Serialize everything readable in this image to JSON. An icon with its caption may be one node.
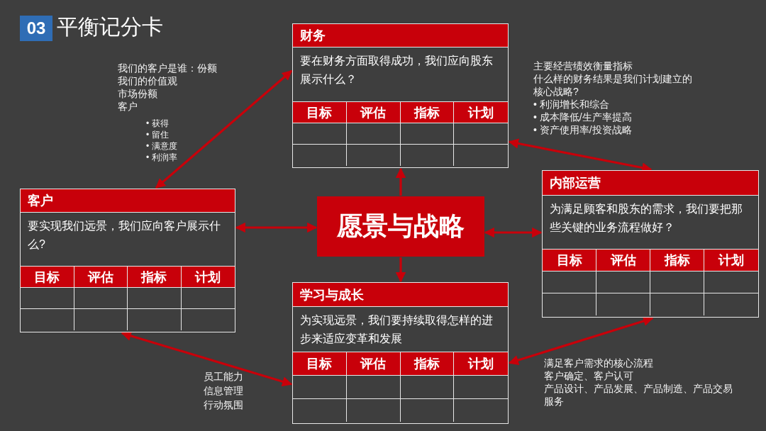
{
  "diagram": {
    "title": "平衡记分卡",
    "nodes": [
      {
        "text": [
          "03"
        ]
      },
      {
        "text": [
          "财务",
          "要在财务方面取得成功，我们应向股东展示什么？",
          "目标",
          "评估",
          "指标",
          "计划"
        ]
      },
      {
        "text": [
          "客户",
          "要实现我们远景，我们应向客户展示什么?",
          "目标",
          "评估",
          "指标",
          "计划"
        ]
      },
      {
        "text": [
          "愿景与战略"
        ]
      },
      {
        "text": [
          "内部运营",
          "为满足顾客和股东的需求，我们要把那些关键的业务流程做好？",
          "目标",
          "评估",
          "指标",
          "计划"
        ]
      },
      {
        "text": [
          "学习与成长",
          "为实现远景，我们要持续取得怎样的进步来适应变革和发展",
          "目标",
          "评估",
          "指标",
          "计划"
        ]
      }
    ],
    "edges": [
      {
        "from": 3,
        "to": 1,
        "arrow": "to"
      },
      {
        "from": 3,
        "to": 5,
        "arrow": "to"
      },
      {
        "from": 2,
        "to": 3,
        "arrow": "both"
      },
      {
        "from": 3,
        "to": 4,
        "arrow": "both"
      },
      {
        "from": 2,
        "to": 1,
        "arrow": "both"
      },
      {
        "from": 1,
        "to": 4,
        "arrow": "both"
      },
      {
        "from": 2,
        "to": 5,
        "arrow": "both"
      },
      {
        "from": 5,
        "to": 4,
        "arrow": "both"
      }
    ],
    "labels": [
      "我们的客户是谁：份额",
      "我们的价值观",
      "市场份额",
      "客户",
      "• 获得",
      "• 留住",
      "• 满意度",
      "• 利润率",
      "主要经营绩效衡量指标",
      "什么样的财务结果是我们计划建立的",
      "核心战略?",
      "• 利润增长和综合",
      "• 成本降低/生产率提高",
      "• 资产使用率/投资战略",
      "员工能力",
      "信息管理",
      "行动氛围",
      "满足客户需求的核心流程",
      "客户确定、客户认可",
      "产品设计、产品发展、产品制造、产品交易",
      "服务"
    ]
  }
}
